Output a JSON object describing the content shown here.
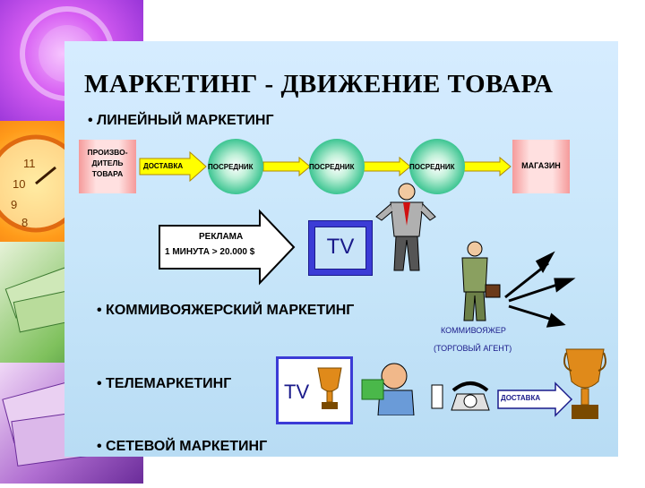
{
  "title": "МАРКЕТИНГ - ДВИЖЕНИЕ ТОВАРА",
  "bullets": [
    "• ЛИНЕЙНЫЙ МАРКЕТИНГ",
    "• КОММИВОЯЖЕРСКИЙ МАРКЕТИНГ",
    "• ТЕЛЕМАРКЕТИНГ",
    "• СЕТЕВОЙ МАРКЕТИНГ"
  ],
  "chain": {
    "producer": [
      "ПРОИЗВО-",
      "ДИТЕЛЬ",
      "ТОВАРА"
    ],
    "delivery": "ДОСТАВКА",
    "middleman": "ПОСРЕДНИК",
    "shop": "МАГАЗИН"
  },
  "ad": {
    "line1": "РЕКЛАМА",
    "line2": "1 МИНУТА > 20.000 $"
  },
  "tv": "TV",
  "salesman": {
    "line1": "КОММИВОЯЖЕР",
    "line2": "(ТОРГОВЫЙ АГЕНТ)"
  },
  "telemarketing_delivery": "ДОСТАВКА",
  "colors": {
    "arrow_fill": "#ffff00",
    "arrow_stroke": "#b08a00",
    "circle": "#2ec08a",
    "tv_frame": "#3b3bd6",
    "trophy": "#e08a1a"
  }
}
